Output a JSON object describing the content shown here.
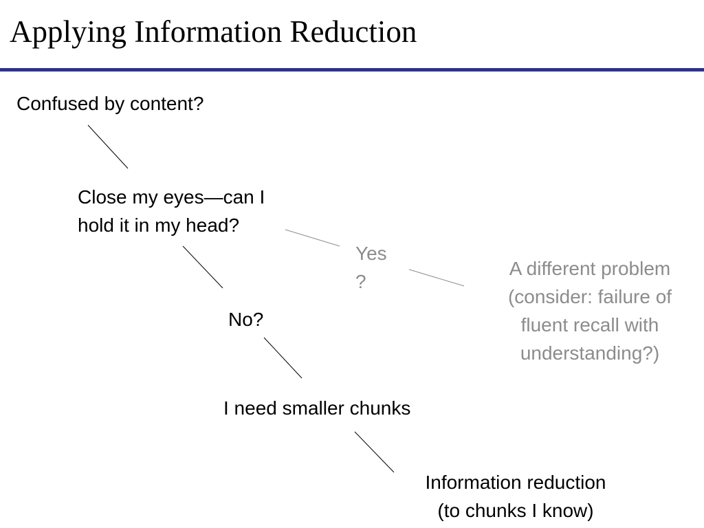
{
  "slide": {
    "title": "Applying Information Reduction"
  },
  "nodes": {
    "confused": {
      "text": "Confused by content?"
    },
    "close_eyes": {
      "lines": [
        "Close my eyes—can I",
        "hold it in my head?"
      ]
    },
    "yes": {
      "lines": [
        "Yes",
        "?"
      ]
    },
    "different_problem": {
      "lines": [
        "A different problem",
        "(consider: failure of",
        "fluent recall with",
        "understanding?)"
      ]
    },
    "no": {
      "text": "No?"
    },
    "smaller_chunks": {
      "text": "I need smaller chunks"
    },
    "info_reduction": {
      "lines": [
        "Information reduction",
        "(to chunks I know)"
      ]
    }
  },
  "colors": {
    "title_rule": "#2e3192",
    "primary_text": "#000000",
    "muted_text": "#8c8c8c",
    "primary_line": "#000000",
    "muted_line": "#8c8c8c"
  }
}
